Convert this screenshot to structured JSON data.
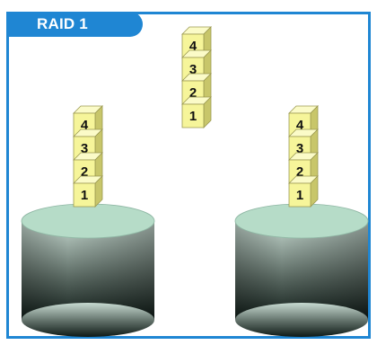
{
  "header": {
    "title": "RAID 1"
  },
  "colors": {
    "frame": "#1f86d3",
    "tab": "#1f86d3",
    "block_front": "#f6f59a",
    "block_top": "#fbfbc8",
    "block_side": "#c8c66a",
    "disk_top": "#b6dcc8",
    "disk_side_light": "#c8dbd2",
    "disk_side_dark": "#0e1a16"
  },
  "stacks": [
    {
      "name": "incoming-stack",
      "blocks": [
        "4",
        "3",
        "2",
        "1"
      ]
    },
    {
      "name": "disk-1-stack",
      "blocks": [
        "4",
        "3",
        "2",
        "1"
      ]
    },
    {
      "name": "disk-2-stack",
      "blocks": [
        "4",
        "3",
        "2",
        "1"
      ]
    }
  ],
  "disks": [
    {
      "name": "disk-1"
    },
    {
      "name": "disk-2"
    }
  ]
}
